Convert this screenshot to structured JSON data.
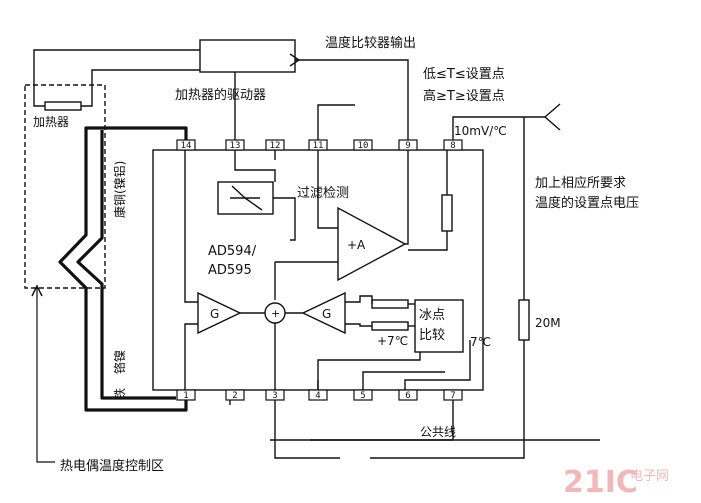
{
  "labels": {
    "comparator_output": "温度比较器输出",
    "heater_driver": "加热器的驱动器",
    "heater": "加热器",
    "low_condition": "低≤T≤设置点",
    "high_condition": "高≥T≥设置点",
    "scale": "10mV/℃",
    "setpoint_line1": "加上相应所要求",
    "setpoint_line2": "温度的设置点电压",
    "filter_detect": "过滤检测",
    "chip_line1": "AD594/",
    "chip_line2": "AD595",
    "amp_plus": "+A",
    "gain_left": "G",
    "gain_right": "G",
    "sum_symbol": "+",
    "ice_point": "冰点",
    "compare": "比较",
    "plus7c": "+7℃",
    "seven_c": "7℃",
    "resistor_20m": "20M",
    "common_line": "公共线",
    "constantan": "康铜(镍铝)",
    "iron_label": "铁",
    "nickel_label": "铬镍",
    "thermocouple_zone": "热电偶温度控制区"
  },
  "pins": {
    "top": [
      "14",
      "13",
      "12",
      "11",
      "10",
      "9",
      "8"
    ],
    "bottom": [
      "1",
      "2",
      "3",
      "4",
      "5",
      "6",
      "7"
    ]
  },
  "watermark": {
    "brand": "21IC",
    "sub": "电子网",
    "color": "#f2b8b8"
  }
}
